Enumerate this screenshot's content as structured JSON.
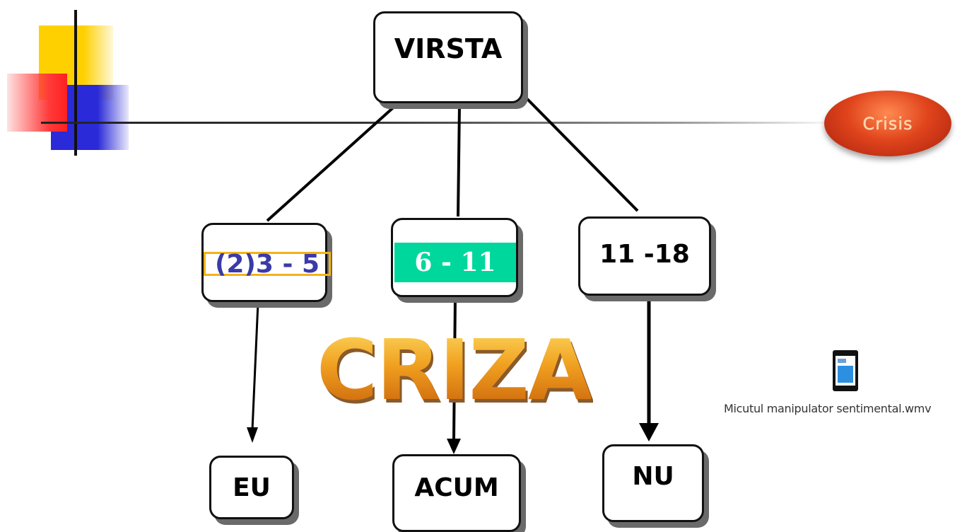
{
  "diagram": {
    "root": "VIRSTA",
    "ages": [
      "(2)3 - 5",
      "6 - 11",
      "11 -18"
    ],
    "outcomes": [
      "EU",
      "ACUM",
      "NU"
    ],
    "overlay_word": "CRIZA"
  },
  "badge": {
    "text": "Crisis",
    "color": "#e0441c"
  },
  "file": {
    "name": "Micutul manipulator sentimental.wmv",
    "icon": "video-file-icon"
  },
  "colors": {
    "band_green": "#00d79d",
    "band_yellow_border": "#f2b21a",
    "age_text_blue": "#3a3aa8"
  }
}
